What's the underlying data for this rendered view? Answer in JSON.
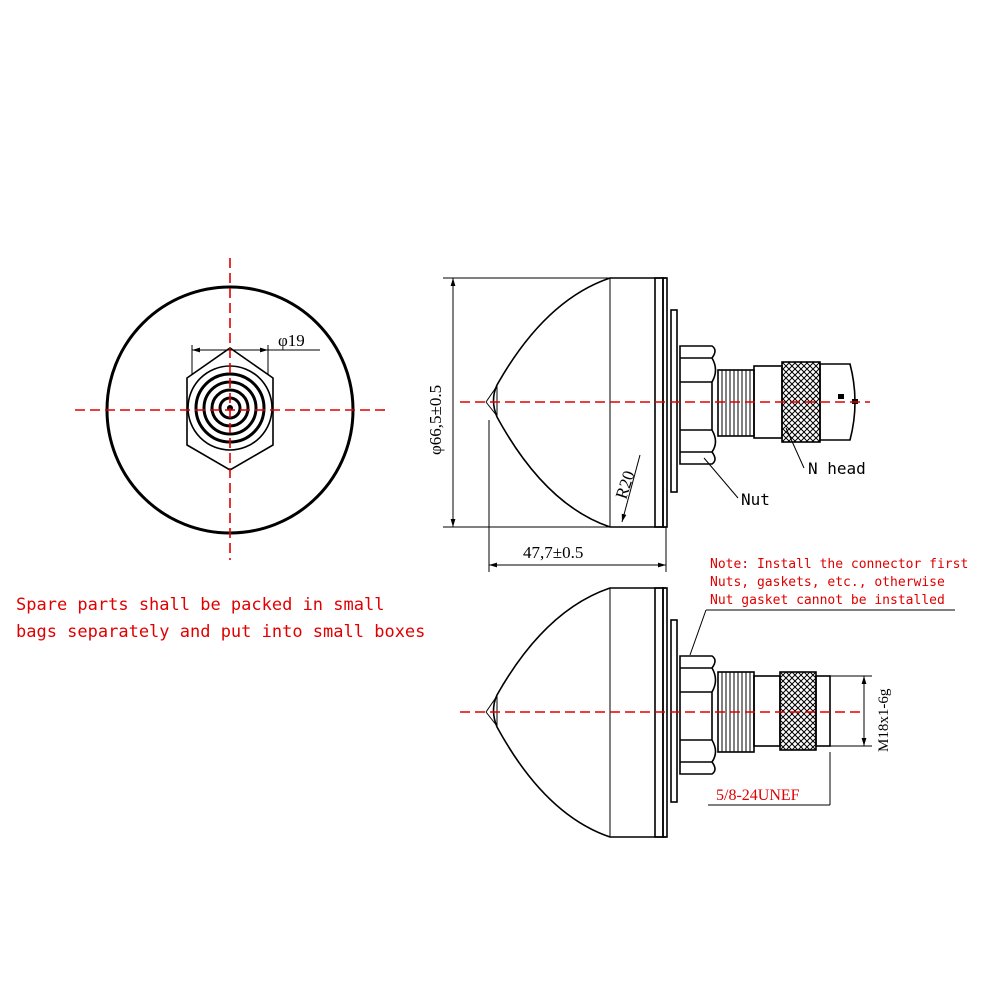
{
  "top_view": {
    "diameter_label": "φ19"
  },
  "side_view": {
    "height_dim": "φ66,5±0.5",
    "length_dim": "47,7±0.5",
    "radius_label": "R20",
    "nut_label": "Nut",
    "n_head_label": "N head"
  },
  "assembly_view": {
    "thread_label": "M18x1-6g",
    "unef_label": "5/8-24UNEF"
  },
  "notes": {
    "spare_parts": [
      "Spare parts shall be packed in small",
      "bags separately and put into small boxes"
    ],
    "install": [
      "Note: Install the connector first",
      "Nuts, gaskets, etc., otherwise",
      "Nut gasket cannot be installed"
    ]
  },
  "colors": {
    "centerline": "#e00000",
    "note_text": "#e00000",
    "line": "#000000"
  }
}
